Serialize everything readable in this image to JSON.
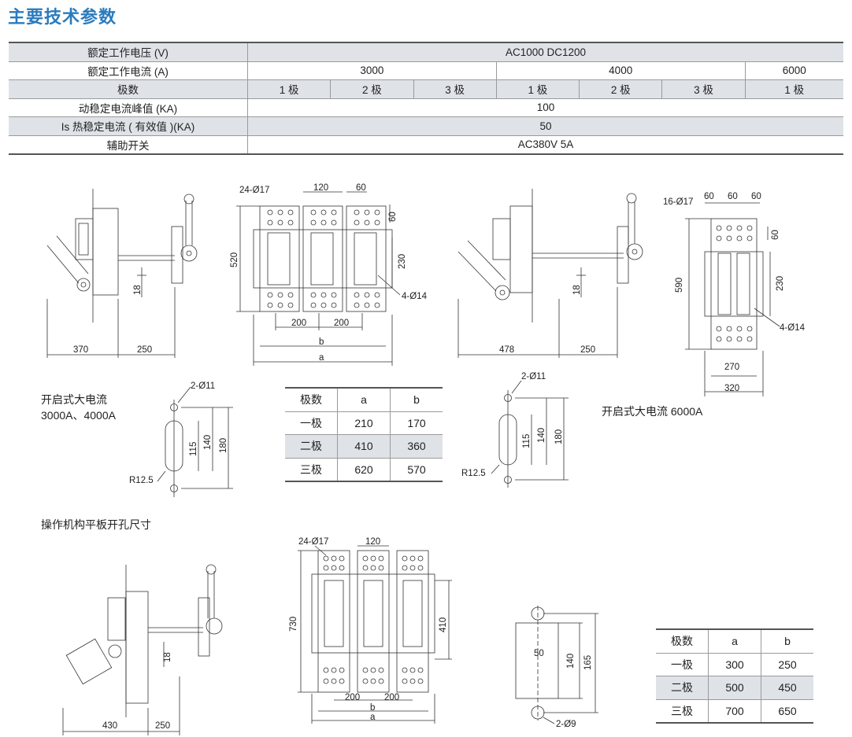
{
  "title": "主要技术参数",
  "spec": {
    "rated_voltage_label": "额定工作电压 (V)",
    "rated_voltage_value": "AC1000 DC1200",
    "rated_current_label": "额定工作电流 (A)",
    "currents": [
      "3000",
      "4000",
      "6000"
    ],
    "poles_label": "极数",
    "poles": [
      "1 极",
      "2 极",
      "3 极",
      "1 极",
      "2 极",
      "3 极",
      "1 极"
    ],
    "peak_label": "动稳定电流峰值 (KA)",
    "peak_value": "100",
    "thermal_label": "Is 热稳定电流 ( 有效值 )(KA)",
    "thermal_value": "50",
    "aux_label": "辅助开关",
    "aux_value": "AC380V 5A"
  },
  "labels": {
    "open_large_3000": "开启式大电流",
    "open_large_3000_sub": "3000A、4000A",
    "open_large_6000": "开启式大电流 6000A",
    "panel_cutout": "操作机构平板开孔尺寸"
  },
  "table1": {
    "headers": [
      "极数",
      "a",
      "b"
    ],
    "rows": [
      [
        "一极",
        "210",
        "170"
      ],
      [
        "二极",
        "410",
        "360"
      ],
      [
        "三极",
        "620",
        "570"
      ]
    ]
  },
  "table2": {
    "headers": [
      "极数",
      "a",
      "b"
    ],
    "rows": [
      [
        "一极",
        "300",
        "250"
      ],
      [
        "二极",
        "500",
        "450"
      ],
      [
        "三极",
        "700",
        "650"
      ]
    ]
  },
  "dims": {
    "d1": [
      "370",
      "250",
      "18"
    ],
    "d2": [
      "24-Ø17",
      "120",
      "60",
      "60",
      "520",
      "230",
      "4-Ø14",
      "200",
      "200",
      "b",
      "a"
    ],
    "d3": [
      "478",
      "250",
      "18"
    ],
    "d4": [
      "16-Ø17",
      "60",
      "60",
      "60",
      "60",
      "590",
      "230",
      "4-Ø14",
      "270",
      "320"
    ],
    "d5": [
      "2-Ø11",
      "115",
      "140",
      "180",
      "R12.5"
    ],
    "d6": [
      "2-Ø11",
      "115",
      "140",
      "180",
      "R12.5"
    ],
    "d7": [
      "430",
      "250",
      "18"
    ],
    "d8": [
      "24-Ø17",
      "120",
      "730",
      "410",
      "200",
      "200",
      "b",
      "a"
    ],
    "d9": [
      "50",
      "140",
      "165",
      "2-Ø9"
    ]
  }
}
